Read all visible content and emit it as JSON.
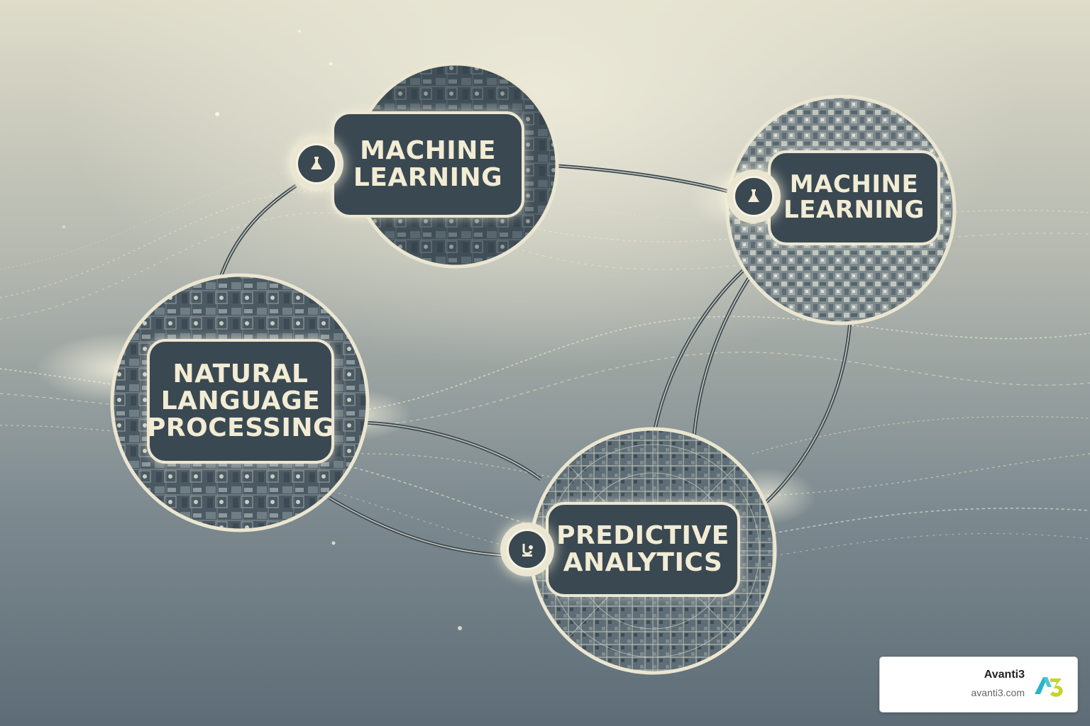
{
  "nodes": {
    "machine_learning_1": {
      "label": "MACHINE\nLEARNING",
      "icon": "flask-icon"
    },
    "machine_learning_2": {
      "label": "MACHINE\nLEARNING",
      "icon": "flask-icon"
    },
    "nlp": {
      "label": "NATURAL\nLANGUAGE\nPROCESSING"
    },
    "predictive_analytics": {
      "label": "PREDICTIVE\nANALYTICS",
      "icon": "analytics-icon"
    }
  },
  "brand": {
    "name": "Avanti3",
    "url": "avanti3.com",
    "logo_text": "A3",
    "logo_colors": [
      "#2bb3c8",
      "#c7d42a"
    ]
  },
  "colors": {
    "box_fill": "#3a4852",
    "box_border": "#ece7d3",
    "glow": "#fffbe6"
  }
}
